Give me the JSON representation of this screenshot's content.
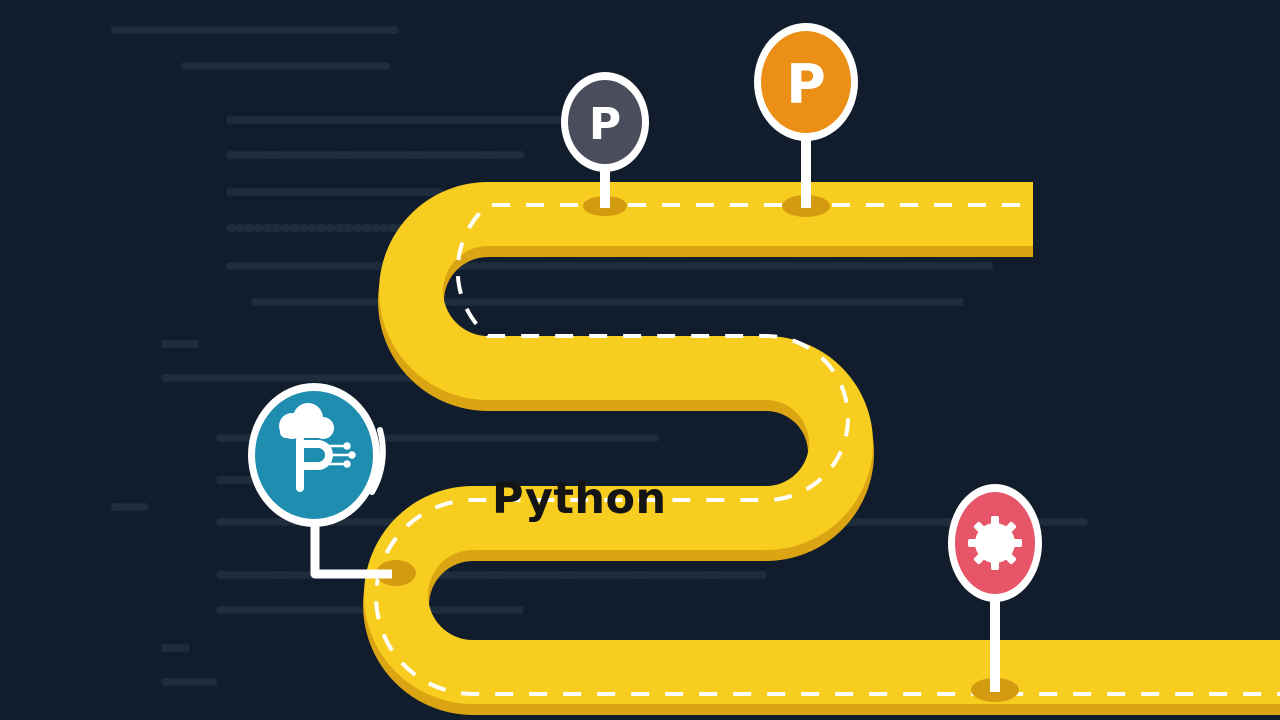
{
  "image": {
    "road_label": "Python",
    "pin_letters": [
      "P",
      "P"
    ],
    "colors": {
      "background": "#111d2c",
      "code_text": "#1f2c3c",
      "road": "#f7cd1f",
      "road_shadow": "#dba412",
      "lane_marks": "#ffffff",
      "pin_dark": "#4a4d5c",
      "pin_orange": "#ec8f16",
      "pin_blue": "#1e8db0",
      "pin_red": "#e65668"
    },
    "icons": [
      "letter-p-pin",
      "letter-p-pin",
      "cloud-chip-pin",
      "gear-pin"
    ]
  }
}
